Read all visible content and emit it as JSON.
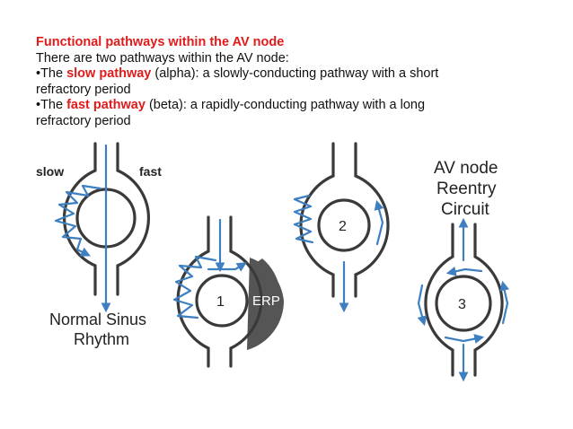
{
  "slide": {
    "title": "Functional pathways within the AV node",
    "intro": "There are two pathways within the AV node:",
    "bullet1": {
      "prefix": "•The ",
      "highlight": "slow pathway",
      "rest": " (alpha): a slowly-conducting pathway with a short",
      "cont": "refractory period"
    },
    "bullet2": {
      "prefix": "•The ",
      "highlight": "fast pathway",
      "rest": " (beta): a rapidly-conducting pathway with a long",
      "cont": "refractory period"
    }
  },
  "diagram": {
    "label_slow": "slow",
    "label_fast": "fast",
    "label_normal_line1": "Normal Sinus",
    "label_normal_line2": "Rhythm",
    "label_reentry_line1": "AV node",
    "label_reentry_line2": "Reentry",
    "label_reentry_line3": "Circuit",
    "step1": "1",
    "step2": "2",
    "step3": "3",
    "erp": "ERP",
    "colors": {
      "outline": "#3a3a3a",
      "arrow": "#3d7fc0",
      "erp_fill": "#555555",
      "accent_red": "#e01b1b"
    }
  }
}
